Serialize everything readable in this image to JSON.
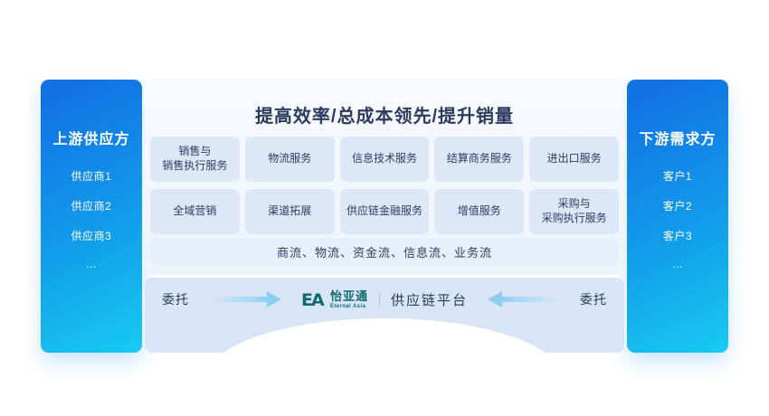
{
  "diagram": {
    "title": "提高效率/总成本领先/提升销量",
    "left_panel": {
      "title": "上游供应方",
      "items": [
        "供应商1",
        "供应商2",
        "供应商3",
        "..."
      ]
    },
    "right_panel": {
      "title": "下游需求方",
      "items": [
        "客户1",
        "客户2",
        "客户3",
        "..."
      ]
    },
    "services": {
      "row1": [
        "销售与\n销售执行服务",
        "物流服务",
        "信息技术服务",
        "结算商务服务",
        "进出口服务"
      ],
      "row2": [
        "全域营销",
        "渠道拓展",
        "供应链金融服务",
        "增值服务",
        "采购与\n采购执行服务"
      ]
    },
    "flows_bar": "商流、物流、资金流、信息流、业务流",
    "bottom": {
      "left_label": "委托",
      "right_label": "委托",
      "logo": {
        "mark": "EA",
        "name": "怡亚通",
        "subname": "Eternal Asia"
      },
      "platform_label": "供应链平台"
    },
    "colors": {
      "panel_gradient_top": "#1273e5",
      "panel_gradient_bottom": "#18cbf2",
      "service_box_bg": "#dce8f8",
      "flows_bar_bg": "#e7effb",
      "strip_bg": "#d8e5f6",
      "text_navy": "#2c3a5e",
      "logo_teal": "#0d6a70",
      "arrow_blue": "#8bcef2"
    }
  }
}
